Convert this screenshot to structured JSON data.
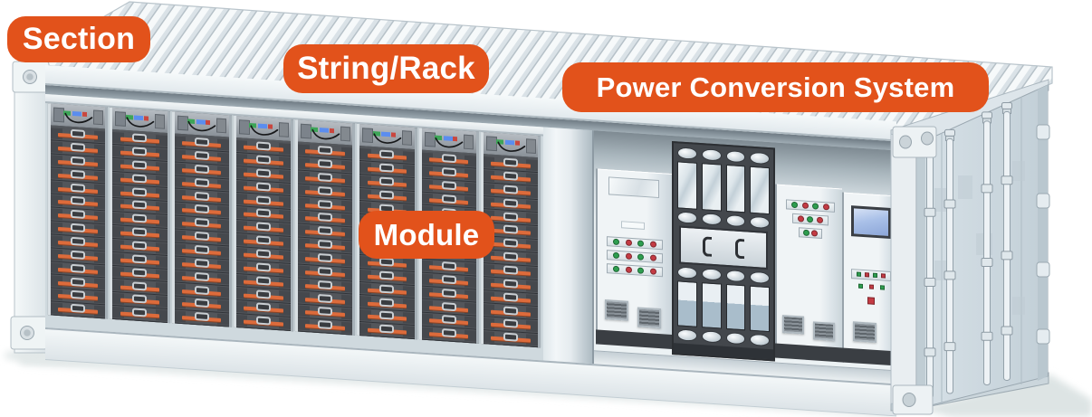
{
  "page": {
    "background": "#FFFFFF"
  },
  "labels": {
    "section": "Section",
    "string_rack": "String/Rack",
    "power_conversion_system": "Power Conversion System",
    "module": "Module"
  },
  "colors": {
    "label_orange": "#E2521B",
    "label_text": "#FFFFFF",
    "module_handle_orange": "#DD6B3B",
    "indicator_green": "#2E9E4F",
    "indicator_red": "#C43B44",
    "screen_blue": "#A9C0E8",
    "container_light": "#EEF3F5",
    "container_shadow": "#C9D6DE",
    "dark_panel": "#43474C"
  },
  "battery_section": {
    "rack_count": 8,
    "modules_per_rack": 14
  },
  "pcs_section": {
    "cabinet_a": {
      "button_rows": [
        [
          "green",
          "red",
          "green",
          "red"
        ],
        [
          "green",
          "red",
          "green",
          "red"
        ],
        [
          "green",
          "red",
          "green",
          "red"
        ]
      ],
      "vent_count": 2
    },
    "converter_cabinet": {
      "column_count": 4
    },
    "cabinet_b": {
      "button_rows": [
        [
          "green",
          "red",
          "green",
          "red"
        ],
        [
          "red",
          "green",
          "red"
        ],
        [
          "green",
          "red"
        ]
      ],
      "vent_count": 2
    },
    "cabinet_c": {
      "button_colors": [
        "green",
        "red",
        "green",
        "red"
      ],
      "sub_button_colors": [
        "green",
        "red",
        "green"
      ],
      "vent_count": 1
    }
  },
  "end_door": {
    "lock_rod_count": 4,
    "hinge_count": 4
  }
}
